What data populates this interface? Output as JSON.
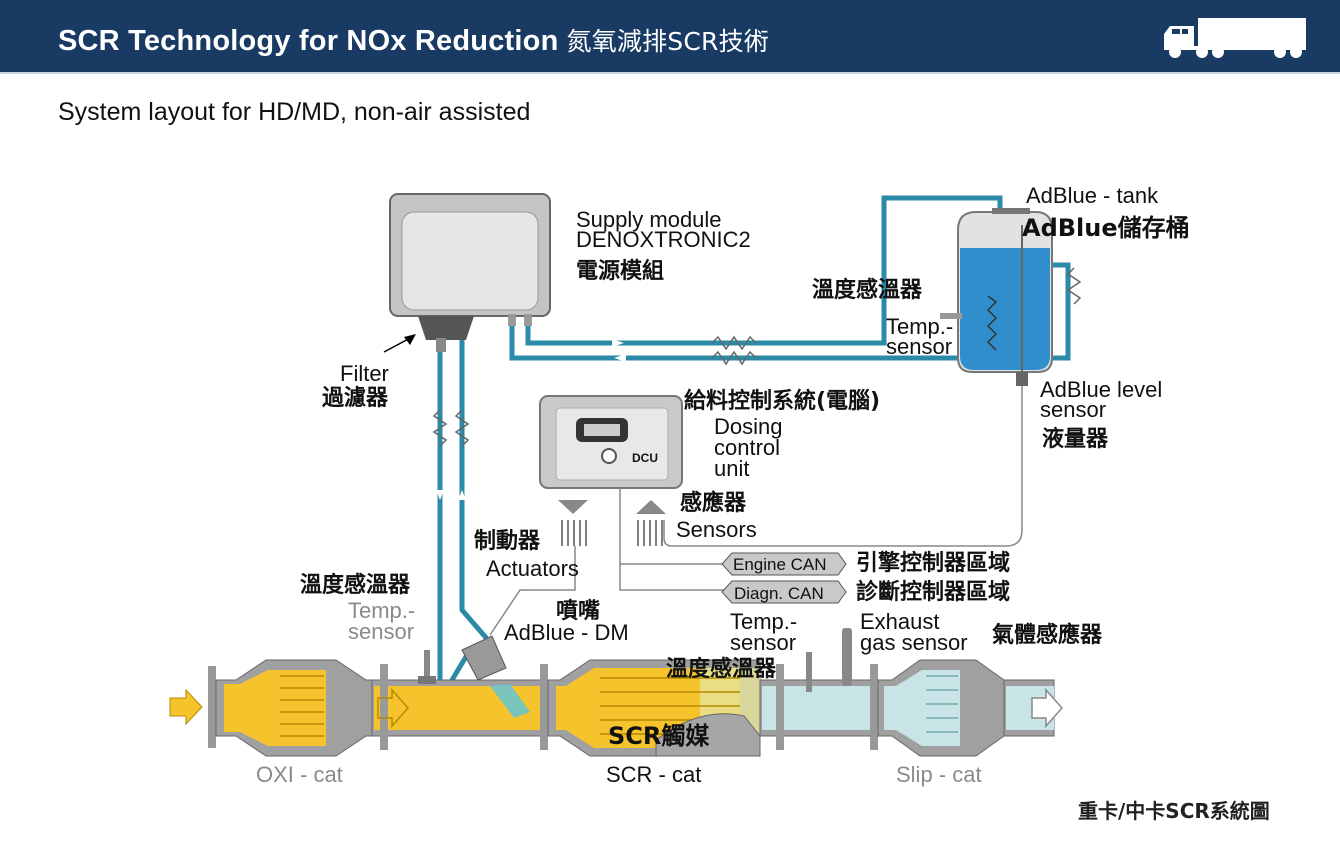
{
  "header": {
    "title": "SCR Technology for NOx Reduction",
    "title_cn": "氮氧減排SCR技術",
    "logo_icon": "truck-icon",
    "background_color": "#183a63"
  },
  "subtitle": "System layout for HD/MD, non-air assisted",
  "caption": "重卡/中卡SCR系統圖",
  "colors": {
    "adblue_line": "#2a8aa8",
    "exhaust_yellow": "#f5c32c",
    "treated_gas": "#c9e4e6",
    "tank_fluid": "#2f8ecb",
    "metal_gray": "#9c9c9c"
  },
  "components": {
    "supply_module": {
      "en_line1": "Supply module",
      "en_line2": "DENOXTRONIC2",
      "cn": "電源模組"
    },
    "filter": {
      "en": "Filter",
      "cn": "過濾器"
    },
    "tank": {
      "en": "AdBlue - tank",
      "cn": "AdBlue儲存桶"
    },
    "tank_temp_sensor": {
      "cn": "溫度感溫器",
      "en_line1": "Temp.-",
      "en_line2": "sensor"
    },
    "level_sensor": {
      "en_line1": "AdBlue level",
      "en_line2": "sensor",
      "cn": "液量器"
    },
    "dcu": {
      "cn": "給料控制系統(電腦)",
      "en_line1": "Dosing",
      "en_line2": "control",
      "en_line3": "unit",
      "badge": "DCU"
    },
    "sensors": {
      "cn": "感應器",
      "en": "Sensors"
    },
    "actuators": {
      "cn": "制動器",
      "en": "Actuators"
    },
    "engine_can": {
      "tag": "Engine CAN",
      "cn": "引擎控制器區域"
    },
    "diagn_can": {
      "tag": "Diagn. CAN",
      "cn": "診斷控制器區域"
    },
    "upstream_temp": {
      "cn": "溫度感溫器",
      "en_line1": "Temp.-",
      "en_line2": "sensor"
    },
    "dosing_module": {
      "cn": "噴嘴",
      "en": "AdBlue - DM"
    },
    "downstream_temp": {
      "en_line1": "Temp.-",
      "en_line2": "sensor",
      "cn": "溫度感溫器"
    },
    "exhaust_sensor": {
      "en_line1": "Exhaust",
      "en_line2": "gas sensor",
      "cn": "氣體感應器"
    },
    "scr_cat": {
      "cn": "SCR觸媒",
      "en": "SCR - cat"
    },
    "oxi_cat": {
      "en": "OXI - cat"
    },
    "slip_cat": {
      "en": "Slip - cat"
    }
  }
}
